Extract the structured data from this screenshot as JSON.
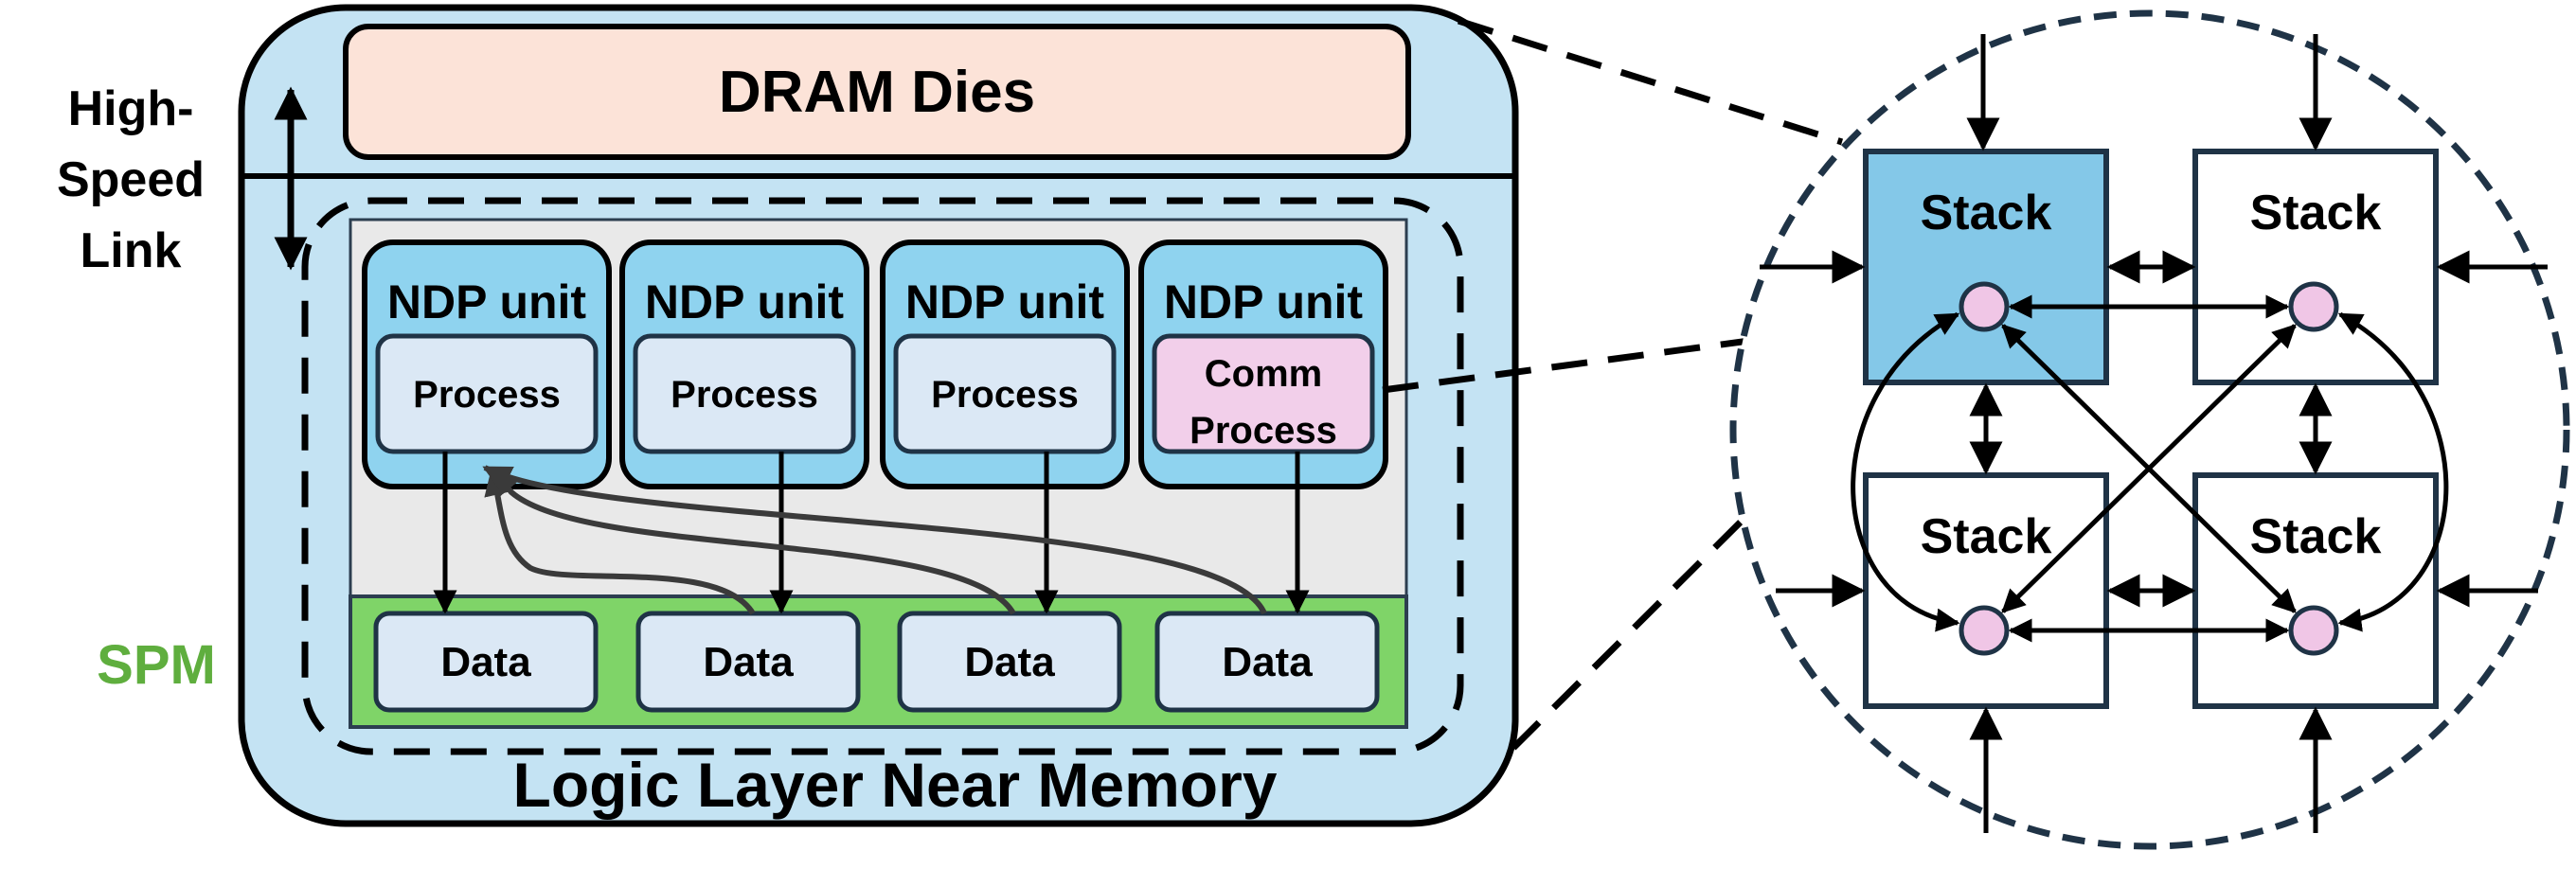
{
  "colors": {
    "package_fill": "#c4e3f3",
    "dram_fill": "#fce3d8",
    "ndp_fill": "#8fd3ef",
    "process_fill": "#dbe8f5",
    "comm_fill": "#f2cfea",
    "spm_fill": "#7fd468",
    "logic_inner_fill": "#e9e9e9",
    "highlight_stack_fill": "#84c8e8",
    "node_fill": "#f0c6e6",
    "spm_label_color": "#5fae3e",
    "zoom_circle_stroke": "#1f3346"
  },
  "left": {
    "dram_label": "DRAM Dies",
    "link_label_line1": "High-",
    "link_label_line2": "Speed",
    "link_label_line3": "Link",
    "spm_label": "SPM",
    "logic_label": "Logic Layer Near Memory",
    "ndp_units": [
      {
        "title": "NDP unit",
        "process_lines": [
          "Process"
        ],
        "comm": false
      },
      {
        "title": "NDP unit",
        "process_lines": [
          "Process"
        ],
        "comm": false
      },
      {
        "title": "NDP unit",
        "process_lines": [
          "Process"
        ],
        "comm": false
      },
      {
        "title": "NDP unit",
        "process_lines": [
          "Comm",
          "Process"
        ],
        "comm": true
      }
    ],
    "data_blocks": [
      "Data",
      "Data",
      "Data",
      "Data"
    ]
  },
  "right": {
    "stacks": [
      {
        "label": "Stack",
        "highlight": true
      },
      {
        "label": "Stack",
        "highlight": false
      },
      {
        "label": "Stack",
        "highlight": false
      },
      {
        "label": "Stack",
        "highlight": false
      }
    ]
  }
}
